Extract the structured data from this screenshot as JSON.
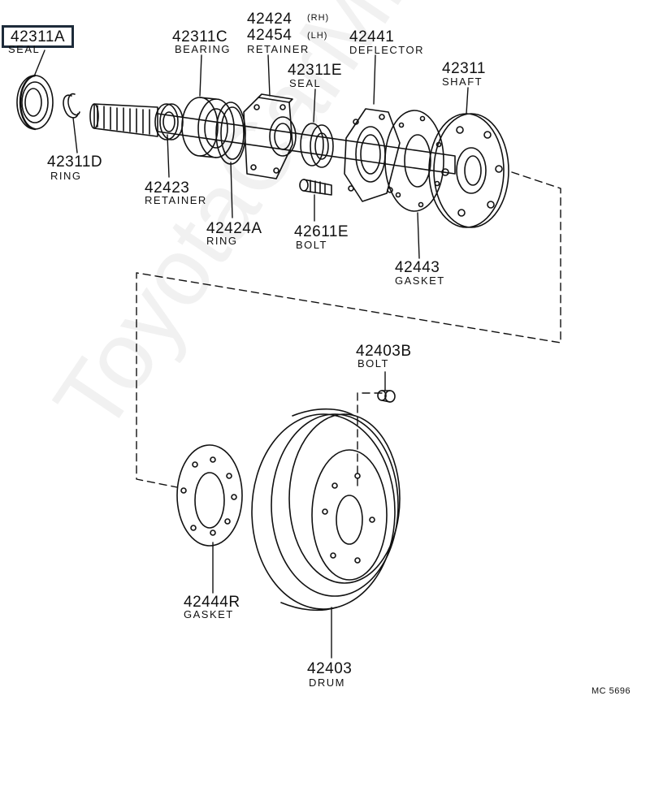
{
  "watermark": "ToyotaCarMnfc.ru",
  "figure_code": "MC 5696",
  "highlighted_part": "42311A",
  "parts": {
    "seal_a": {
      "number": "42311A",
      "name": "SEAL"
    },
    "ring_d": {
      "number": "42311D",
      "name": "RING"
    },
    "bearing": {
      "number": "42311C",
      "name": "BEARING"
    },
    "retainer_main": {
      "number_rh": "42424",
      "side_rh": "(RH)",
      "number_lh": "42454",
      "side_lh": "(LH)",
      "name": "RETAINER"
    },
    "seal_e": {
      "number": "42311E",
      "name": "SEAL"
    },
    "deflector": {
      "number": "42441",
      "name": "DEFLECTOR"
    },
    "shaft": {
      "number": "42311",
      "name": "SHAFT"
    },
    "retainer_small": {
      "number": "42423",
      "name": "RETAINER"
    },
    "ring_a": {
      "number": "42424A",
      "name": "RING"
    },
    "bolt_e": {
      "number": "42611E",
      "name": "BOLT"
    },
    "gasket_43": {
      "number": "42443",
      "name": "GASKET"
    },
    "bolt_b": {
      "number": "42403B",
      "name": "BOLT"
    },
    "gasket_r": {
      "number": "42444R",
      "name": "GASKET"
    },
    "drum": {
      "number": "42403",
      "name": "DRUM"
    }
  }
}
